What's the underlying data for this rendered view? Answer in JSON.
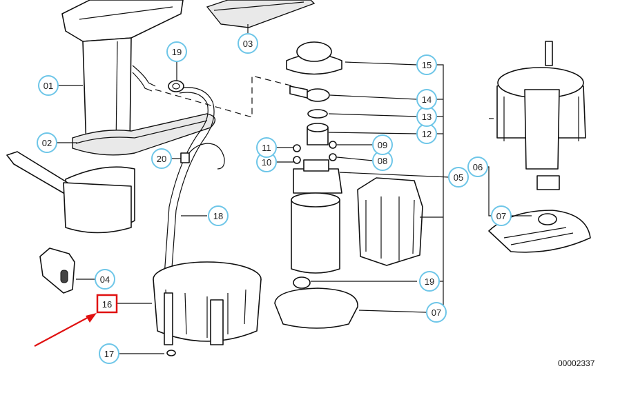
{
  "callouts": [
    {
      "id": "c-01",
      "label": "01"
    },
    {
      "id": "c-02",
      "label": "02"
    },
    {
      "id": "c-03",
      "label": "03"
    },
    {
      "id": "c-04",
      "label": "04"
    },
    {
      "id": "c-05",
      "label": "05"
    },
    {
      "id": "c-06",
      "label": "06"
    },
    {
      "id": "c-07a",
      "label": "07"
    },
    {
      "id": "c-07b",
      "label": "07"
    },
    {
      "id": "c-08",
      "label": "08"
    },
    {
      "id": "c-09",
      "label": "09"
    },
    {
      "id": "c-10",
      "label": "10"
    },
    {
      "id": "c-11",
      "label": "11"
    },
    {
      "id": "c-12",
      "label": "12"
    },
    {
      "id": "c-13",
      "label": "13"
    },
    {
      "id": "c-14",
      "label": "14"
    },
    {
      "id": "c-15",
      "label": "15"
    },
    {
      "id": "c-16",
      "label": "16",
      "highlighted": true
    },
    {
      "id": "c-17",
      "label": "17"
    },
    {
      "id": "c-18",
      "label": "18"
    },
    {
      "id": "c-19a",
      "label": "19"
    },
    {
      "id": "c-19b",
      "label": "19"
    },
    {
      "id": "c-20",
      "label": "20"
    }
  ],
  "diagram": {
    "document_number": "00002337",
    "callout_color": "#6ec6e8",
    "highlight_color": "#e01010"
  }
}
